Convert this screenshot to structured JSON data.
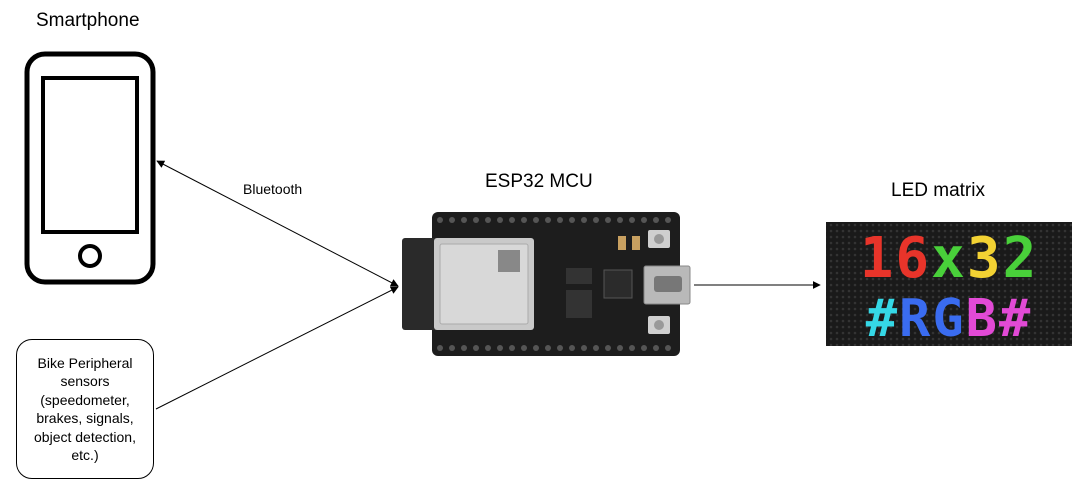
{
  "nodes": {
    "smartphone": {
      "label": "Smartphone"
    },
    "esp32": {
      "label": "ESP32 MCU"
    },
    "led_matrix": {
      "label": "LED matrix",
      "screen_text_top": "16x32",
      "screen_text_bottom": "#RGB#"
    },
    "sensors": {
      "label": "Bike Peripheral\nsensors\n(speedometer,\nbrakes, signals,\nobject detection,\netc.)"
    }
  },
  "edges": {
    "bluetooth": {
      "label": "Bluetooth"
    }
  },
  "colors": {
    "line": "#000000",
    "board": "#1d1d1d",
    "module": "#c9c9c9",
    "led_bg": "#1a1a1a",
    "led_red": "#e8342a",
    "led_green": "#49d03a",
    "led_yellow": "#f3d233",
    "led_cyan": "#35d8e6",
    "led_blue": "#3a6cf0",
    "led_pink": "#e24ad6"
  }
}
